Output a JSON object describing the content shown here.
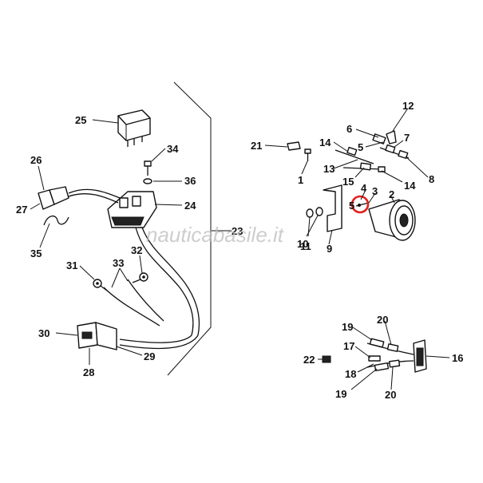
{
  "labels": {
    "l25": "25",
    "l34": "34",
    "l36": "36",
    "l24": "24",
    "l26": "26",
    "l27": "27",
    "l35": "35",
    "l23": "23",
    "l31": "31",
    "l32": "32",
    "l33": "33",
    "l30": "30",
    "l29": "29",
    "l28": "28",
    "l21": "21",
    "l1": "1",
    "l14a": "14",
    "l13": "13",
    "l15": "15",
    "l14b": "14",
    "l6": "6",
    "l5": "5",
    "l12": "12",
    "l7": "7",
    "l8": "8",
    "l4": "4",
    "l3": "3",
    "l2": "2",
    "l5b": "5",
    "l10": "10",
    "l11": "11",
    "l9": "9",
    "l19a": "19",
    "l20a": "20",
    "l17": "17",
    "l22": "22",
    "l18": "18",
    "l19b": "19",
    "l20b": "20",
    "l16": "16"
  },
  "watermark": "nauticabasile.it",
  "colors": {
    "highlight": "#e0201c",
    "ink": "#111111",
    "background": "#ffffff"
  }
}
